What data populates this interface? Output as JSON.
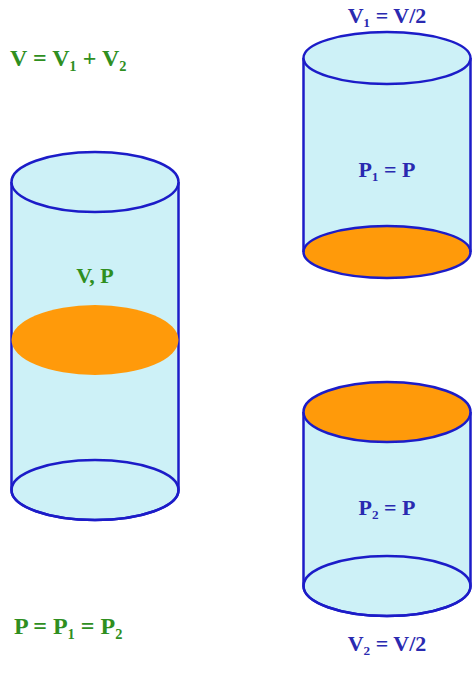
{
  "diagram": {
    "nodes": [
      {
        "text": [
          "V, P"
        ]
      },
      {
        "text": [
          "V₁ = V/2",
          "P₁ = P"
        ]
      },
      {
        "text": [
          "P₂ = P",
          "V₂ = V/2"
        ]
      }
    ],
    "labels": [
      "V = V₁ + V₂",
      "P = P₁ = P₂"
    ]
  }
}
